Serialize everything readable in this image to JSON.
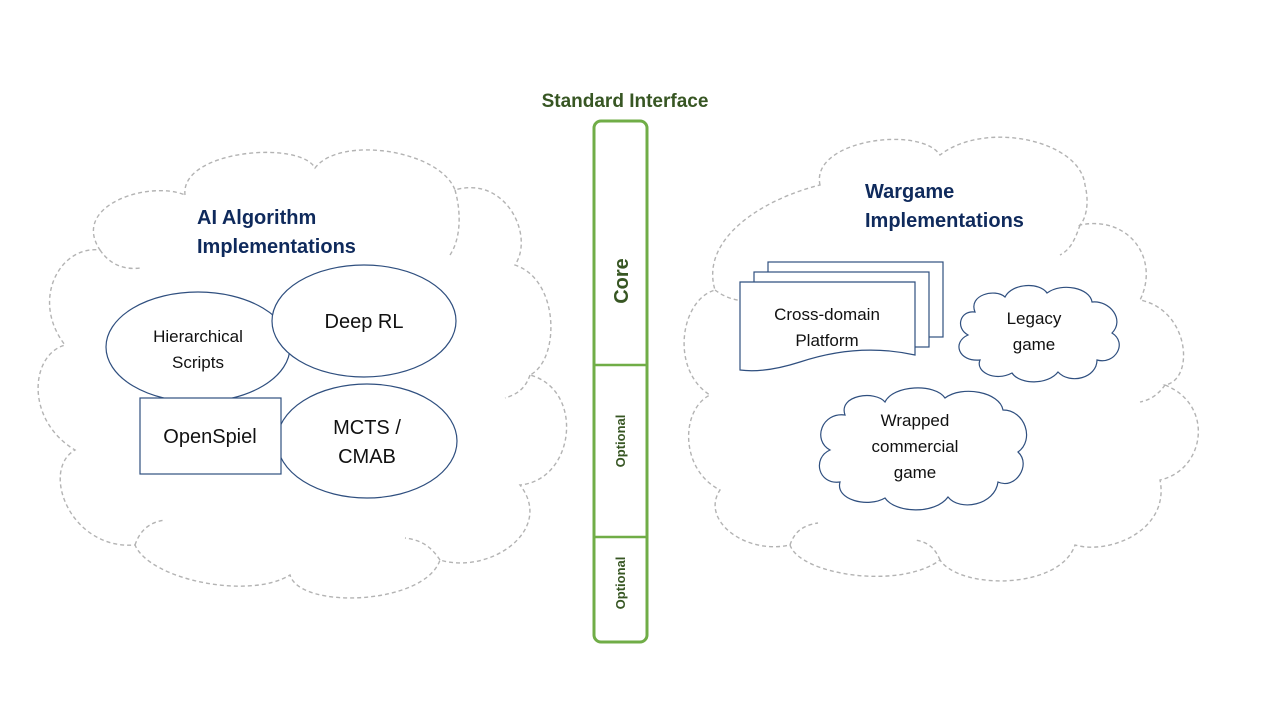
{
  "interface": {
    "title": "Standard Interface",
    "sections": [
      "Core",
      "Optional",
      "Optional"
    ]
  },
  "ai_cloud": {
    "title_line1": "AI Algorithm",
    "title_line2": "Implementations",
    "nodes": {
      "hierarchical_line1": "Hierarchical",
      "hierarchical_line2": "Scripts",
      "deep_rl": "Deep RL",
      "openspiel": "OpenSpiel",
      "mcts_line1": "MCTS /",
      "mcts_line2": "CMAB"
    }
  },
  "wargame_cloud": {
    "title_line1": "Wargame",
    "title_line2": "Implementations",
    "nodes": {
      "platform_line1": "Cross-domain",
      "platform_line2": "Platform",
      "legacy_line1": "Legacy",
      "legacy_line2": "game",
      "wrapped_line1": "Wrapped",
      "wrapped_line2": "commercial",
      "wrapped_line3": "game"
    }
  },
  "colors": {
    "title_blue": "#0f2a5c",
    "interface_green": "#70ad47",
    "interface_text": "#375623",
    "node_stroke": "#2f4f7f",
    "cloud_dash": "#b3b3b3"
  }
}
